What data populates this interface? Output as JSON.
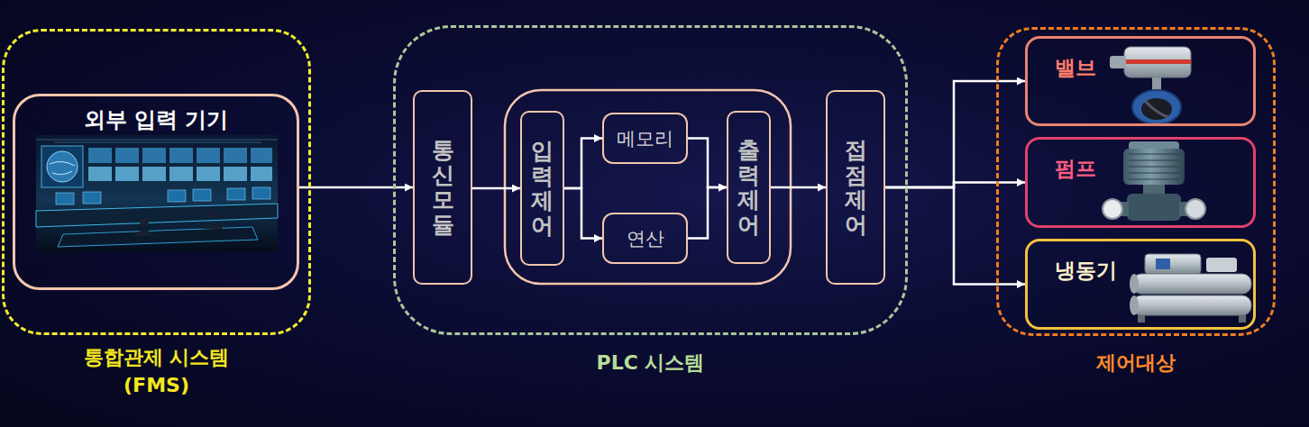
{
  "diagram": {
    "nodes": [
      {
        "text": [
          "통합관제 시스템 (FMS)"
        ]
      },
      {
        "text": [
          "외부 입력 기기"
        ],
        "in": 0
      },
      {
        "text": [
          "PLC 시스템"
        ]
      },
      {
        "text": [
          "통신모듈"
        ],
        "in": 2
      },
      {
        "text": [
          "입력제어"
        ],
        "in": 2
      },
      {
        "text": [
          "메모리"
        ],
        "in": 2
      },
      {
        "text": [
          "연산"
        ],
        "in": 2
      },
      {
        "text": [
          "출력제어"
        ],
        "in": 2
      },
      {
        "text": [
          "접점제어"
        ],
        "in": 2
      },
      {
        "text": [
          "제어대상"
        ]
      },
      {
        "text": [
          "밸브"
        ],
        "in": 9
      },
      {
        "text": [
          "펌프"
        ],
        "in": 9
      },
      {
        "text": [
          "냉동기"
        ],
        "in": 9
      }
    ],
    "edges": [
      {
        "from": 1,
        "to": 3,
        "arrow": "to"
      },
      {
        "from": 3,
        "to": 4,
        "arrow": "to"
      },
      {
        "from": 4,
        "to": 5,
        "arrow": "to"
      },
      {
        "from": 4,
        "to": 6,
        "arrow": "to"
      },
      {
        "from": 5,
        "to": 7,
        "arrow": "to"
      },
      {
        "from": 6,
        "to": 7,
        "arrow": "to"
      },
      {
        "from": 7,
        "to": 8,
        "arrow": "to"
      },
      {
        "from": 8,
        "to": 10,
        "arrow": "to"
      },
      {
        "from": 8,
        "to": 11,
        "arrow": "to"
      },
      {
        "from": 8,
        "to": 12,
        "arrow": "to"
      }
    ]
  }
}
